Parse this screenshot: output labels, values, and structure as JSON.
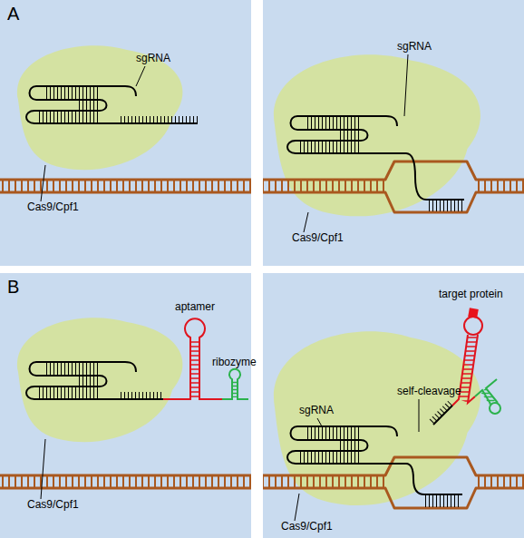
{
  "diagram": {
    "labels": [
      "A",
      "sgRNA",
      "Cas9/Cpf1",
      "sgRNA",
      "Cas9/Cpf1",
      "B",
      "aptamer",
      "ribozyme",
      "Cas9/Cpf1",
      "target protein",
      "sgRNA",
      "self-cleavage",
      "Cas9/Cpf1"
    ]
  }
}
